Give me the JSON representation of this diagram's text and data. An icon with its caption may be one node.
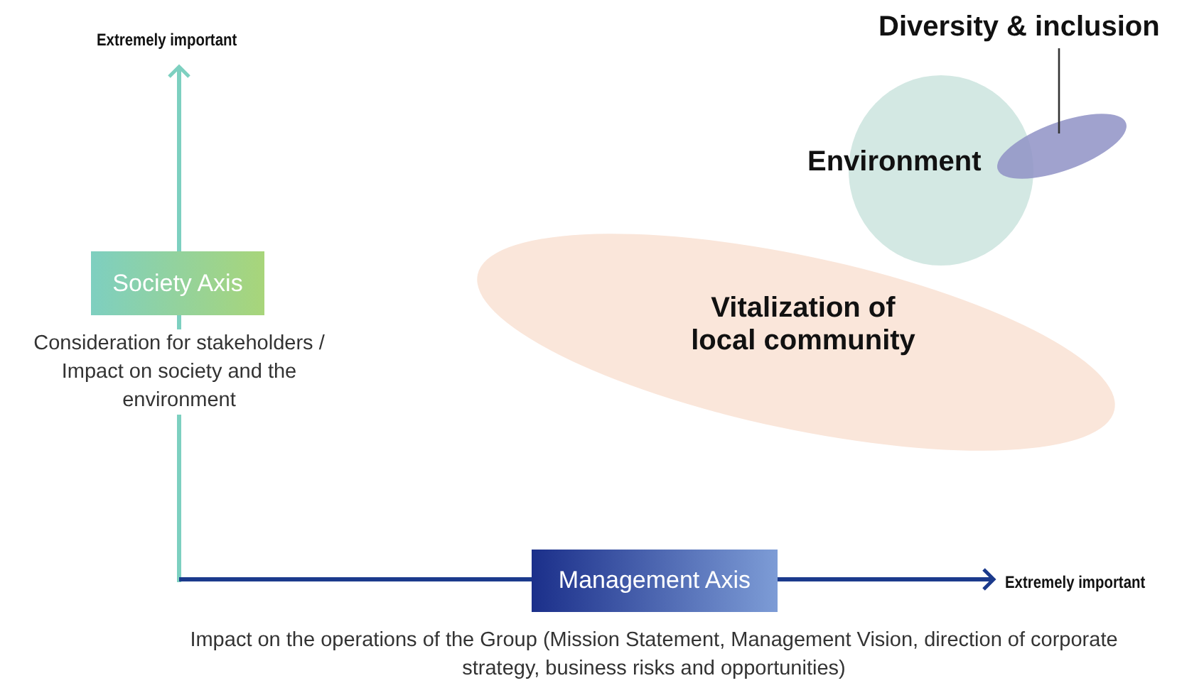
{
  "diagram": {
    "nodes": [
      {
        "text": [
          "Society Axis"
        ],
        "beside": [
          "Consideration for stakeholders / Impact on society and the environment"
        ]
      },
      {
        "text": [
          "Management Axis"
        ],
        "beside": [
          "Impact on the operations of the Group (Mission Statement, Management Vision, direction of corporate strategy, business risks and opportunities)"
        ]
      },
      {
        "text": [
          "Environment"
        ]
      },
      {
        "text": [
          "Diversity & inclusion"
        ]
      },
      {
        "text": [],
        "shape": "ellipse"
      },
      {
        "text": [
          "Vitalization of local community"
        ]
      }
    ],
    "edges": [
      {
        "from": 3,
        "to": 4,
        "arrow": "none"
      }
    ],
    "labels": [
      "Extremely important",
      "Extremely important"
    ]
  }
}
